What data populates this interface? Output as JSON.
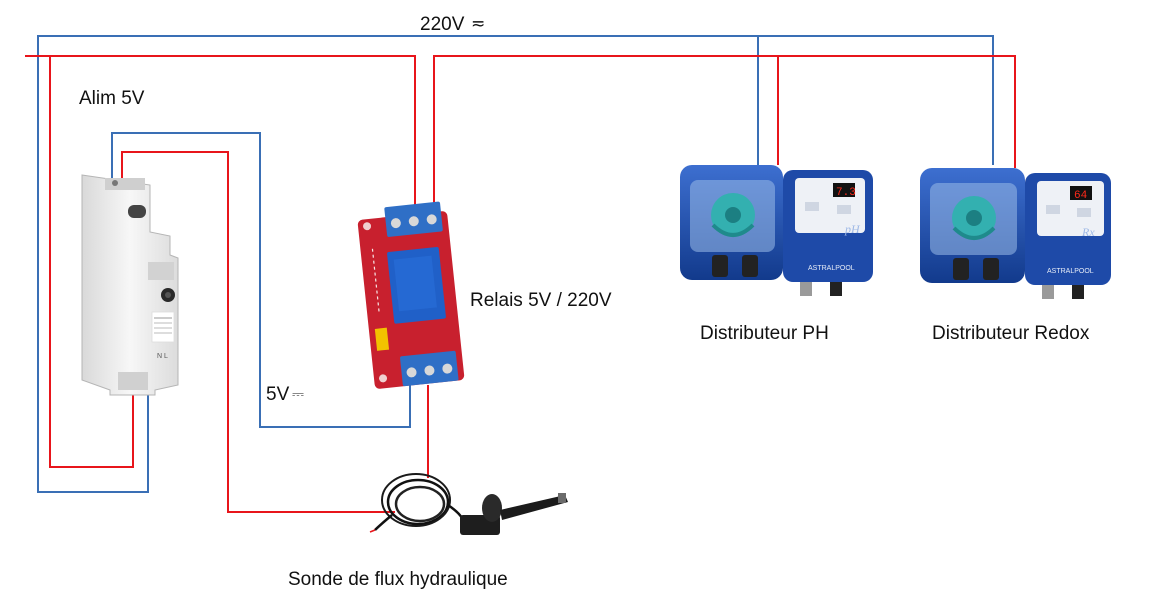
{
  "labels": {
    "ac_voltage": "220V",
    "ac_symbol": "≂",
    "power_supply": "Alim 5V",
    "dc_voltage": "5V",
    "dc_symbol": "⎓",
    "relay": "Relais 5V / 220V",
    "ph_dispenser": "Distributeur PH",
    "redox_dispenser": "Distributeur Redox",
    "flow_sensor": "Sonde de flux hydraulique"
  },
  "devices": {
    "power_supply_marking": "N L",
    "ph_display": "7.3",
    "ph_tag": "pH",
    "redox_display": "64",
    "redox_tag": "Rx",
    "brand": "ASTRALPOOL"
  },
  "colors": {
    "wire_red": "#e8151b",
    "wire_blue": "#3a6fb5",
    "relay_board": "#c8202e",
    "relay_terminal": "#2f6fc6",
    "relay_coil": "#2060c8",
    "jumper": "#f2c200",
    "dispenser_body": "#1e4aa8",
    "dispenser_panel": "#eef1f6",
    "display_red": "#ff2a1a",
    "psu_body": "#ececec"
  }
}
